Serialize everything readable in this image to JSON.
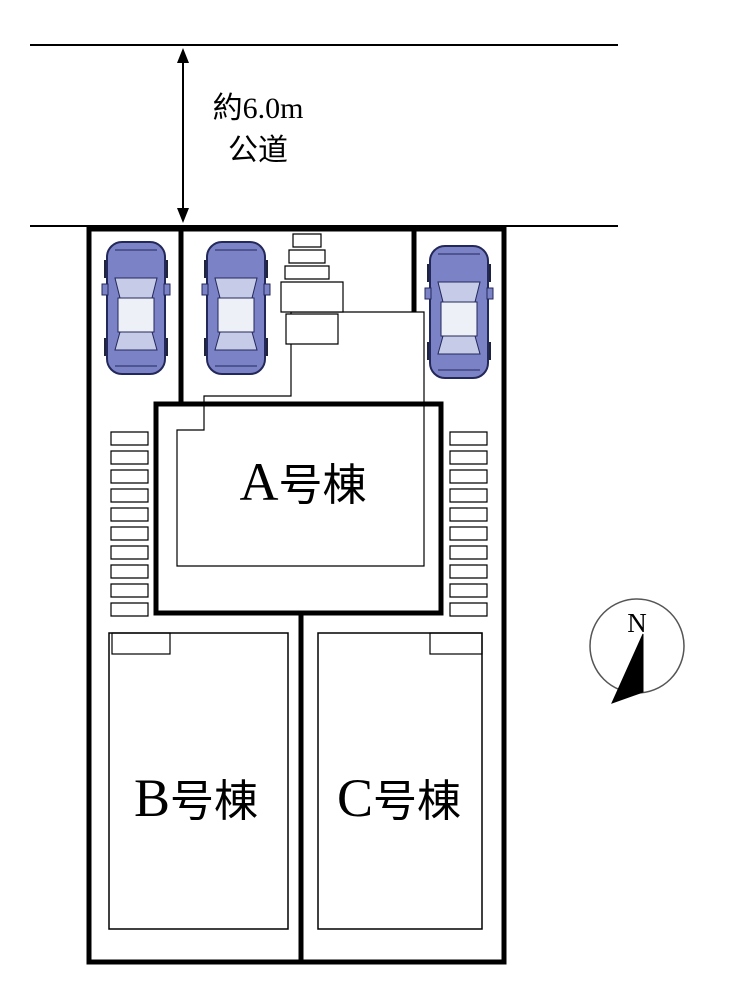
{
  "road": {
    "width_label": "約6.0m",
    "type_label": "公道"
  },
  "lot": {
    "buildings": [
      {
        "letter": "A",
        "suffix": "号棟"
      },
      {
        "letter": "B",
        "suffix": "号棟"
      },
      {
        "letter": "C",
        "suffix": "号棟"
      }
    ]
  },
  "compass": {
    "north_label": "N"
  },
  "colors": {
    "outline": "#000000",
    "car_body": "#7b82c6",
    "car_window": "#c6cce8",
    "car_roof": "#eef0f8",
    "car_outline": "#23285a"
  }
}
